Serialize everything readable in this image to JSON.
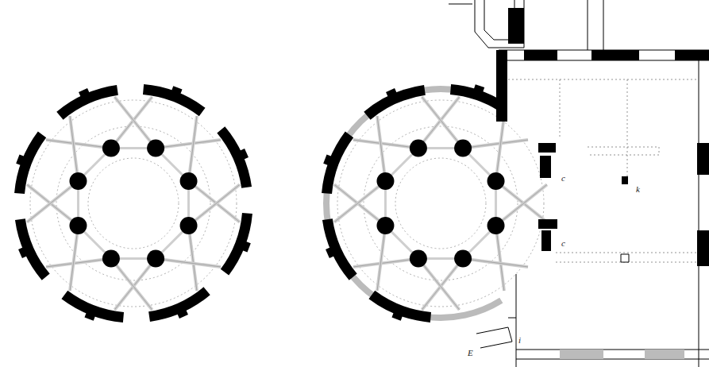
{
  "diagram": {
    "labels": [
      "k",
      "c",
      "c",
      "i",
      "E"
    ]
  }
}
